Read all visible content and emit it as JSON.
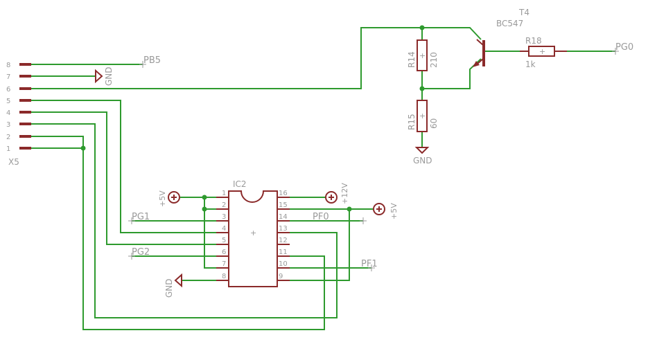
{
  "connector": {
    "name": "X5",
    "pins": [
      "8",
      "7",
      "6",
      "5",
      "4",
      "3",
      "2",
      "1"
    ]
  },
  "ic": {
    "name": "IC2",
    "center_mark": "+",
    "left_pins": [
      "1",
      "2",
      "3",
      "4",
      "5",
      "6",
      "7",
      "8"
    ],
    "right_pins": [
      "16",
      "15",
      "14",
      "13",
      "12",
      "11",
      "10",
      "9"
    ]
  },
  "transistor": {
    "name": "T4",
    "value": "BC547"
  },
  "resistors": [
    {
      "name": "R14",
      "value": "210"
    },
    {
      "name": "R15",
      "value": "60"
    },
    {
      "name": "R18",
      "value": "1k"
    }
  ],
  "net_labels": {
    "pb5": "PB5",
    "pg0": "PG0",
    "pg1": "PG1",
    "pg2": "PG2",
    "pf0": "PF0",
    "pf1": "PF1"
  },
  "supplies": {
    "gnd": "GND",
    "plus5v": "+5V",
    "plus12v": "+12V"
  }
}
